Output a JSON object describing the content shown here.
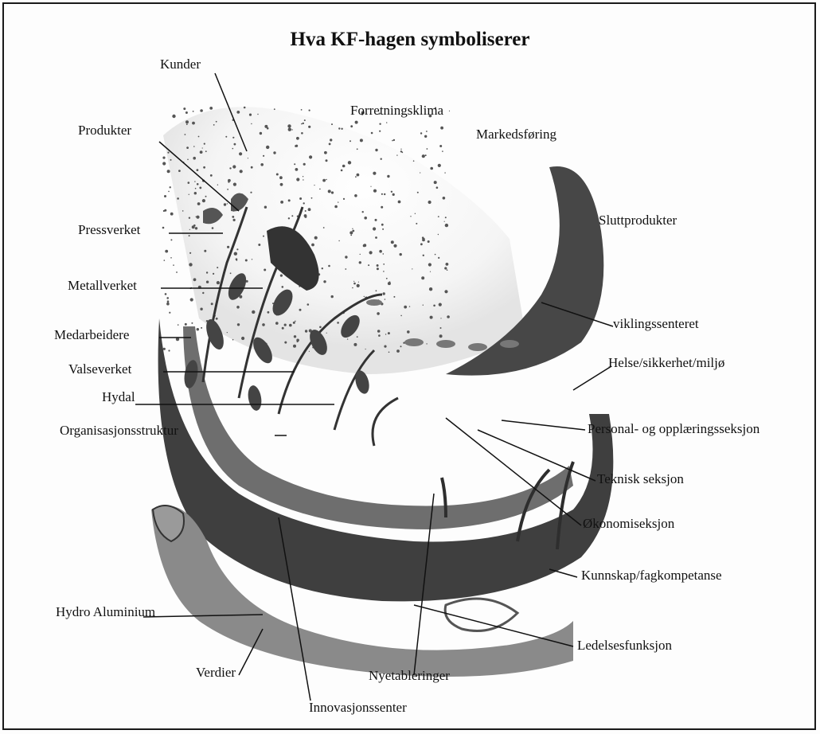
{
  "title": "Hva KF-hagen symboliserer",
  "labels": {
    "kunder": "Kunder",
    "produkter": "Produkter",
    "forretningsklima": "Forretningsklima",
    "markedsforing": "Markedsføring",
    "pressverket": "Pressverket",
    "sluttprodukter": "Sluttprodukter",
    "metallverket": "Metallverket",
    "medarbeidere": "Medarbeidere",
    "utviklingssenteret": "viklingssenteret",
    "valseverket": "Valseverket",
    "helse": "Helse/sikkerhet/miljø",
    "hydal": "Hydal",
    "organisasjonsstruktur": "Organisasjonsstruktur",
    "personal": "Personal- og opplæringsseksjon",
    "teknisk": "Teknisk seksjon",
    "okonomi": "Økonomiseksjon",
    "kunnskap": "Kunnskap/fagkompetanse",
    "hydro": "Hydro Aluminium",
    "ledelse": "Ledelsesfunksjon",
    "verdier": "Verdier",
    "nyetableringer": "Nyetableringer",
    "innovasjon": "Innovasjonssenter"
  },
  "colors": {
    "ink": "#111111",
    "boat": "#3f3f3f",
    "boat_light": "#8a8a8a",
    "speckle": "#555555"
  }
}
